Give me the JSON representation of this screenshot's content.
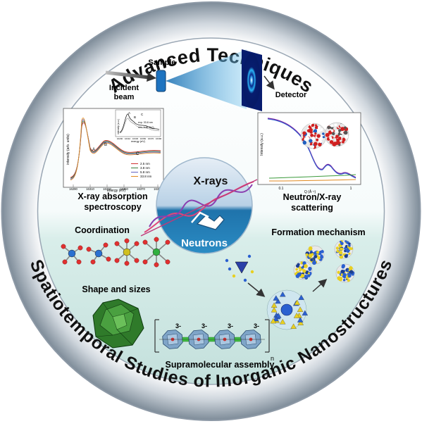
{
  "ring": {
    "top_title": "Advanced Techniques",
    "bottom_title": "Spatiotemporal Studies of Inorganic Nanostructures"
  },
  "center": {
    "xrays_label": "X-rays",
    "neutrons_label": "Neutrons"
  },
  "beamline": {
    "sample_label": "Sample",
    "incident_label_1": "Incident",
    "incident_label_2": "beam",
    "detector_label": "Detector"
  },
  "xas_panel": {
    "caption_1": "X-ray absorption",
    "caption_2": "spectroscopy",
    "ylabel": "intensity (arb. units)",
    "xlabel": "energy (eV)",
    "x_ticks": [
      "16290",
      "16310",
      "16330",
      "16350",
      "16370",
      "16390"
    ],
    "peak_labels": [
      "A",
      "B",
      "C"
    ],
    "legend": [
      "2.5 nm",
      "3.8 nm",
      "5.8 nm",
      "33.8 nm"
    ],
    "legend_colors": [
      "#d03030",
      "#3a7a3a",
      "#6060c0",
      "#e08a20"
    ],
    "inset_ylabel": "intensity (a.u.)",
    "inset_xlabel": "energy (eV)",
    "inset_x_ticks": [
      "16290",
      "16310",
      "16330",
      "16350",
      "16370",
      "16390"
    ],
    "inset_peak_labels": [
      "A",
      "B",
      "C"
    ],
    "inset_legend": [
      "exp. 33.8 nm",
      "sim. bulk ThO₂"
    ]
  },
  "scatter_panel": {
    "caption_1": "Neutron/X-ray",
    "caption_2": "scattering",
    "ylabel": "Intensity (a.u.)",
    "xlabel": "Q (Å⁻¹)",
    "x_ticks": [
      "0.1",
      "1"
    ]
  },
  "sections": {
    "coordination": "Coordination",
    "formation": "Formation mechanism",
    "shape": "Shape and sizes",
    "supramolecular": "Supramolecular assembly"
  },
  "chain": {
    "charges": [
      "3-",
      "3-",
      "3-",
      "3-"
    ],
    "repeat_label": "n"
  },
  "colors": {
    "ring_outer": "#9aa7b4",
    "ring_inner": "#ffffff",
    "center_blue": "#1d6fa8",
    "center_teal": "#cfe8e6",
    "lower_bg": "#d6ebe8",
    "title_text": "#111111"
  }
}
